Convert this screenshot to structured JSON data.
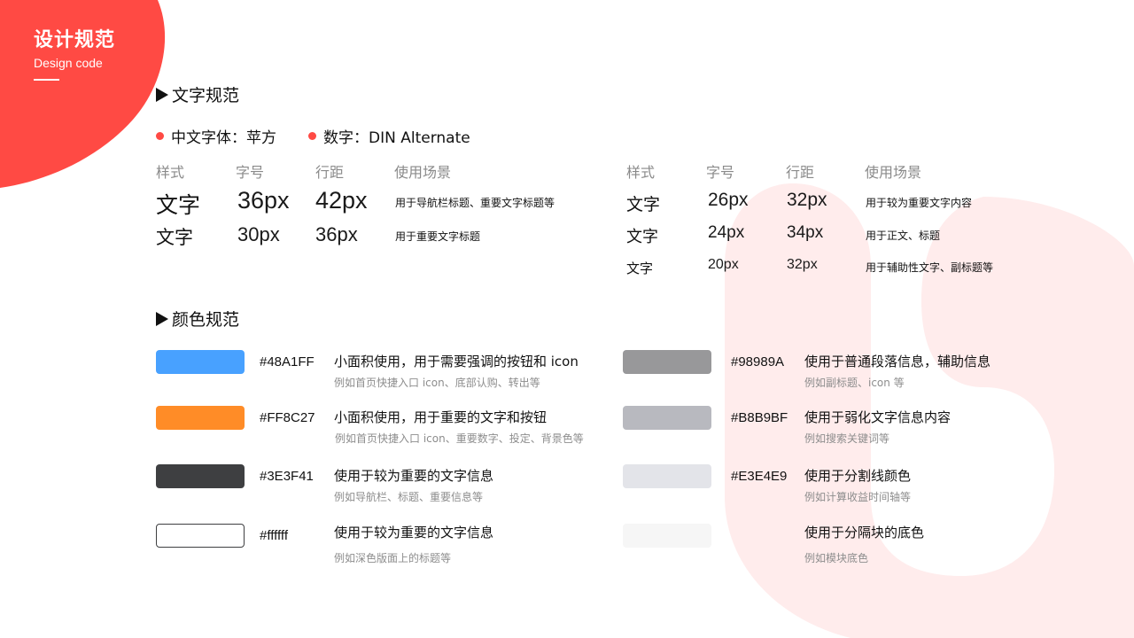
{
  "brand": {
    "title": "设计规范",
    "subtitle": "Design code",
    "accent_color": "#FF4A44"
  },
  "typography": {
    "section_title": "文字规范",
    "fonts": [
      {
        "label": "中文字体：苹方"
      },
      {
        "label": "数字：DIN Alternate"
      }
    ],
    "headers": [
      "样式",
      "字号",
      "行距",
      "使用场景"
    ],
    "left_rows": [
      {
        "sample": "文字",
        "size": "36px",
        "line_height": "42px",
        "usage": "用于导航栏标题、重要文字标题等"
      },
      {
        "sample": "文字",
        "size": "30px",
        "line_height": "36px",
        "usage": "用于重要文字标题"
      }
    ],
    "right_rows": [
      {
        "sample": "文字",
        "size": "26px",
        "line_height": "32px",
        "usage": "用于较为重要文字内容"
      },
      {
        "sample": "文字",
        "size": "24px",
        "line_height": "34px",
        "usage": "用于正文、标题"
      },
      {
        "sample": "文字",
        "size": "20px",
        "line_height": "32px",
        "usage": "用于辅助性文字、副标题等"
      }
    ]
  },
  "colors": {
    "section_title": "颜色规范",
    "left": [
      {
        "swatch": "#48A1FF",
        "hex": "#48A1FF",
        "desc": "小面积使用，用于需要强调的按钮和 icon",
        "note": "例如首页快捷入口 icon、底部认购、转出等"
      },
      {
        "swatch": "#FF8C27",
        "hex": "#FF8C27",
        "desc": "小面积使用，用于重要的文字和按钮",
        "note": "例如首页快捷入口 icon、重要数字、投定、背景色等"
      },
      {
        "swatch": "#3E3F41",
        "hex": "#3E3F41",
        "desc": "使用于较为重要的文字信息",
        "note": "例如导航栏、标题、重要信息等"
      },
      {
        "swatch": "#ffffff",
        "hex": "#ffffff",
        "desc": "使用于较为重要的文字信息",
        "note": "例如深色版面上的标题等"
      }
    ],
    "right": [
      {
        "swatch": "#98989A",
        "hex": "#98989A",
        "desc": "使用于普通段落信息，辅助信息",
        "note": "例如副标题、icon 等"
      },
      {
        "swatch": "#B8B9BF",
        "hex": "#B8B9BF",
        "desc": "使用于弱化文字信息内容",
        "note": "例如搜索关键词等"
      },
      {
        "swatch": "#E3E4E9",
        "hex": "#E3E4E9",
        "desc": "使用于分割线颜色",
        "note": "例如计算收益时间轴等"
      },
      {
        "swatch": "#F6F6F6",
        "hex": "",
        "desc": "使用于分隔块的底色",
        "note": "例如模块底色"
      }
    ]
  }
}
